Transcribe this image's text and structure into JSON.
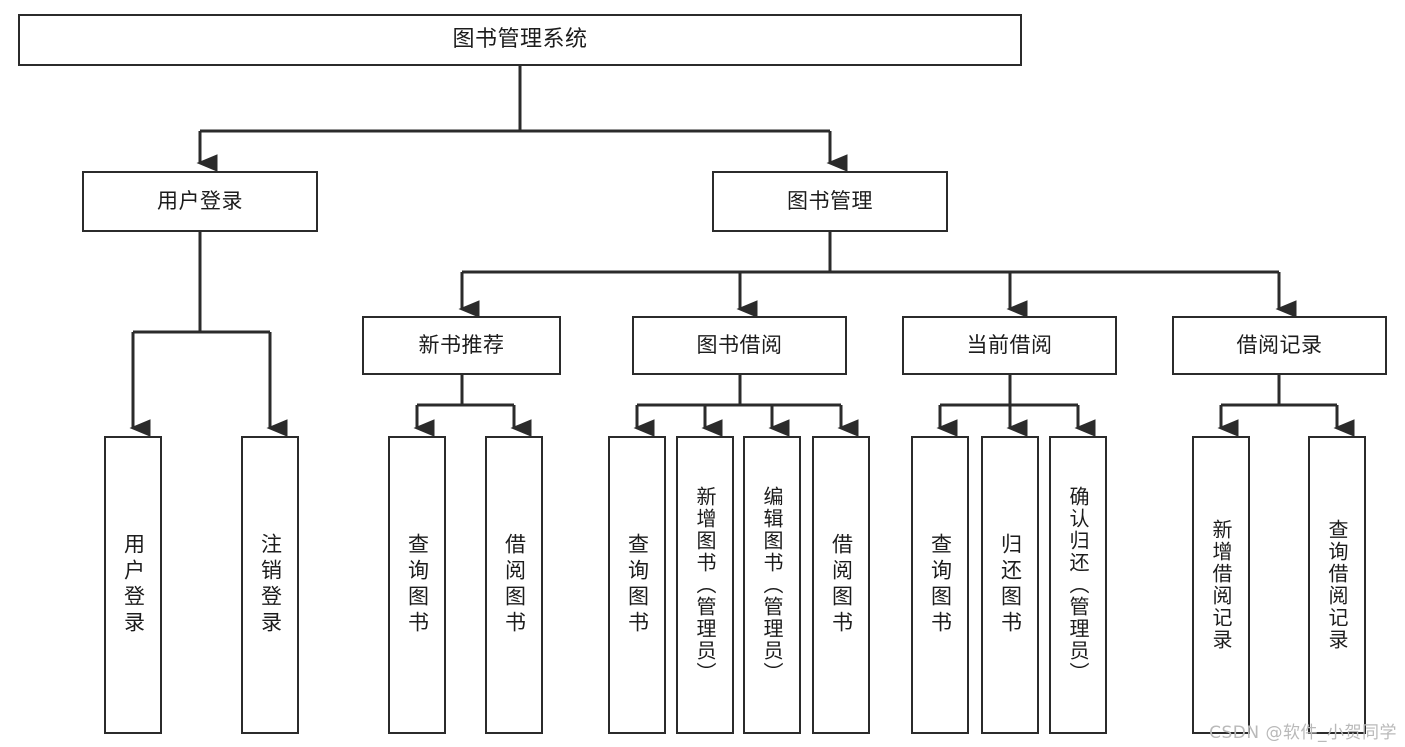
{
  "diagram": {
    "title": "图书管理系统",
    "type": "tree",
    "orientation": "top-down",
    "line_color": "#2b2b2b",
    "box_fill": "#ffffff",
    "text_color": "#1c1c1c",
    "root": {
      "id": "root",
      "label": "图书管理系统"
    },
    "level2": [
      {
        "id": "user-login",
        "label": "用户登录"
      },
      {
        "id": "book-management",
        "label": "图书管理"
      }
    ],
    "level3": [
      {
        "id": "new-book-recommend",
        "label": "新书推荐",
        "parent": "book-management"
      },
      {
        "id": "book-borrow",
        "label": "图书借阅",
        "parent": "book-management"
      },
      {
        "id": "current-borrow",
        "label": "当前借阅",
        "parent": "book-management"
      },
      {
        "id": "borrow-record",
        "label": "借阅记录",
        "parent": "book-management"
      }
    ],
    "leaves": [
      {
        "id": "leaf-user-login",
        "label": "用户登录",
        "parent": "user-login"
      },
      {
        "id": "leaf-user-logout",
        "label": "注销登录",
        "parent": "user-login"
      },
      {
        "id": "leaf-query-book-1",
        "label": "查询图书",
        "parent": "new-book-recommend"
      },
      {
        "id": "leaf-borrow-book-1",
        "label": "借阅图书",
        "parent": "new-book-recommend"
      },
      {
        "id": "leaf-query-book-2",
        "label": "查询图书",
        "parent": "book-borrow"
      },
      {
        "id": "leaf-add-book",
        "label": "新增图书（管理员）",
        "parent": "book-borrow"
      },
      {
        "id": "leaf-edit-book",
        "label": "编辑图书（管理员）",
        "parent": "book-borrow"
      },
      {
        "id": "leaf-borrow-book-2",
        "label": "借阅图书",
        "parent": "book-borrow"
      },
      {
        "id": "leaf-query-book-3",
        "label": "查询图书",
        "parent": "current-borrow"
      },
      {
        "id": "leaf-return-book",
        "label": "归还图书",
        "parent": "current-borrow"
      },
      {
        "id": "leaf-confirm-return",
        "label": "确认归还（管理员）",
        "parent": "current-borrow"
      },
      {
        "id": "leaf-add-record",
        "label": "新增借阅记录",
        "parent": "borrow-record"
      },
      {
        "id": "leaf-query-record",
        "label": "查询借阅记录",
        "parent": "borrow-record"
      }
    ]
  },
  "watermark": {
    "text": "CSDN @软件_小贺同学"
  }
}
